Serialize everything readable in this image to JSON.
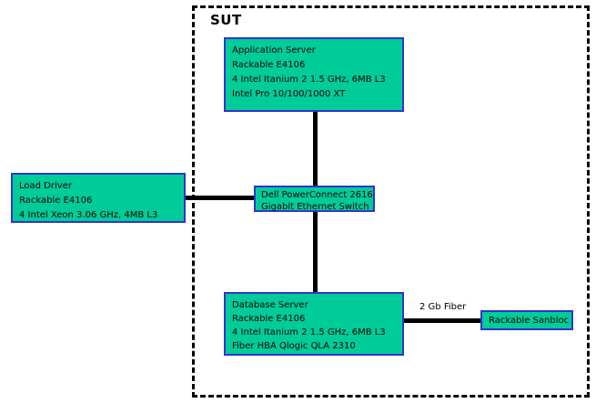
{
  "diagram": {
    "title": "SUT",
    "boundary_label": "SUT",
    "colors": {
      "node_fill": "#00cc99",
      "node_border": "#3333cc",
      "link": "#000000",
      "boundary": "#000000",
      "background": "#ffffff"
    },
    "nodes": [
      {
        "id": "app-server",
        "name": "application-server",
        "inside_sut": true,
        "lines": [
          "Application Server",
          "Rackable E4106",
          "4 Intel Itanium 2 1.5 GHz, 6MB L3",
          "Intel Pro 10/100/1000 XT"
        ]
      },
      {
        "id": "load-driver",
        "name": "load-driver",
        "inside_sut": false,
        "lines": [
          "Load Driver",
          "Rackable E4106",
          "4 Intel Xeon 3.06 GHz, 4MB L3"
        ]
      },
      {
        "id": "switch",
        "name": "gigabit-ethernet-switch",
        "inside_sut": true,
        "lines": [
          "Dell PowerConnect 2616",
          "Gigabit Ethernet Switch"
        ]
      },
      {
        "id": "db-server",
        "name": "database-server",
        "inside_sut": true,
        "lines": [
          "Database Server",
          "Rackable E4106",
          "4 Intel Itanium 2 1.5 GHz, 6MB L3",
          "Fiber HBA Qlogic QLA 2310"
        ]
      },
      {
        "id": "sanbloc",
        "name": "storage-array",
        "inside_sut": true,
        "lines": [
          "Rackable Sanbloc"
        ]
      }
    ],
    "links": [
      {
        "id": "app-to-switch",
        "from": "app-server",
        "to": "switch",
        "label": ""
      },
      {
        "id": "switch-to-db",
        "from": "switch",
        "to": "db-server",
        "label": ""
      },
      {
        "id": "driver-to-switch",
        "from": "load-driver",
        "to": "switch",
        "label": ""
      },
      {
        "id": "db-to-sanbloc",
        "from": "db-server",
        "to": "sanbloc",
        "label": "2 Gb Fiber"
      }
    ]
  }
}
